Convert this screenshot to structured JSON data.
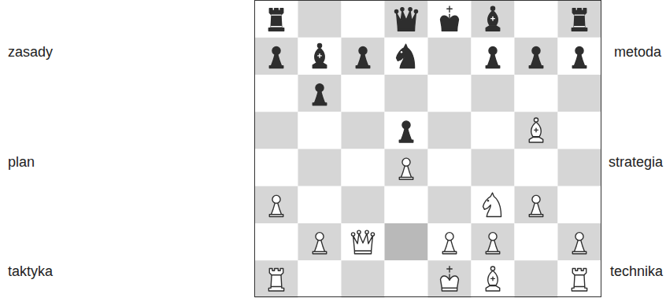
{
  "diagram": {
    "labels": [
      "zasady",
      "plan",
      "taktyka",
      "metoda",
      "strategia",
      "technika"
    ]
  }
}
